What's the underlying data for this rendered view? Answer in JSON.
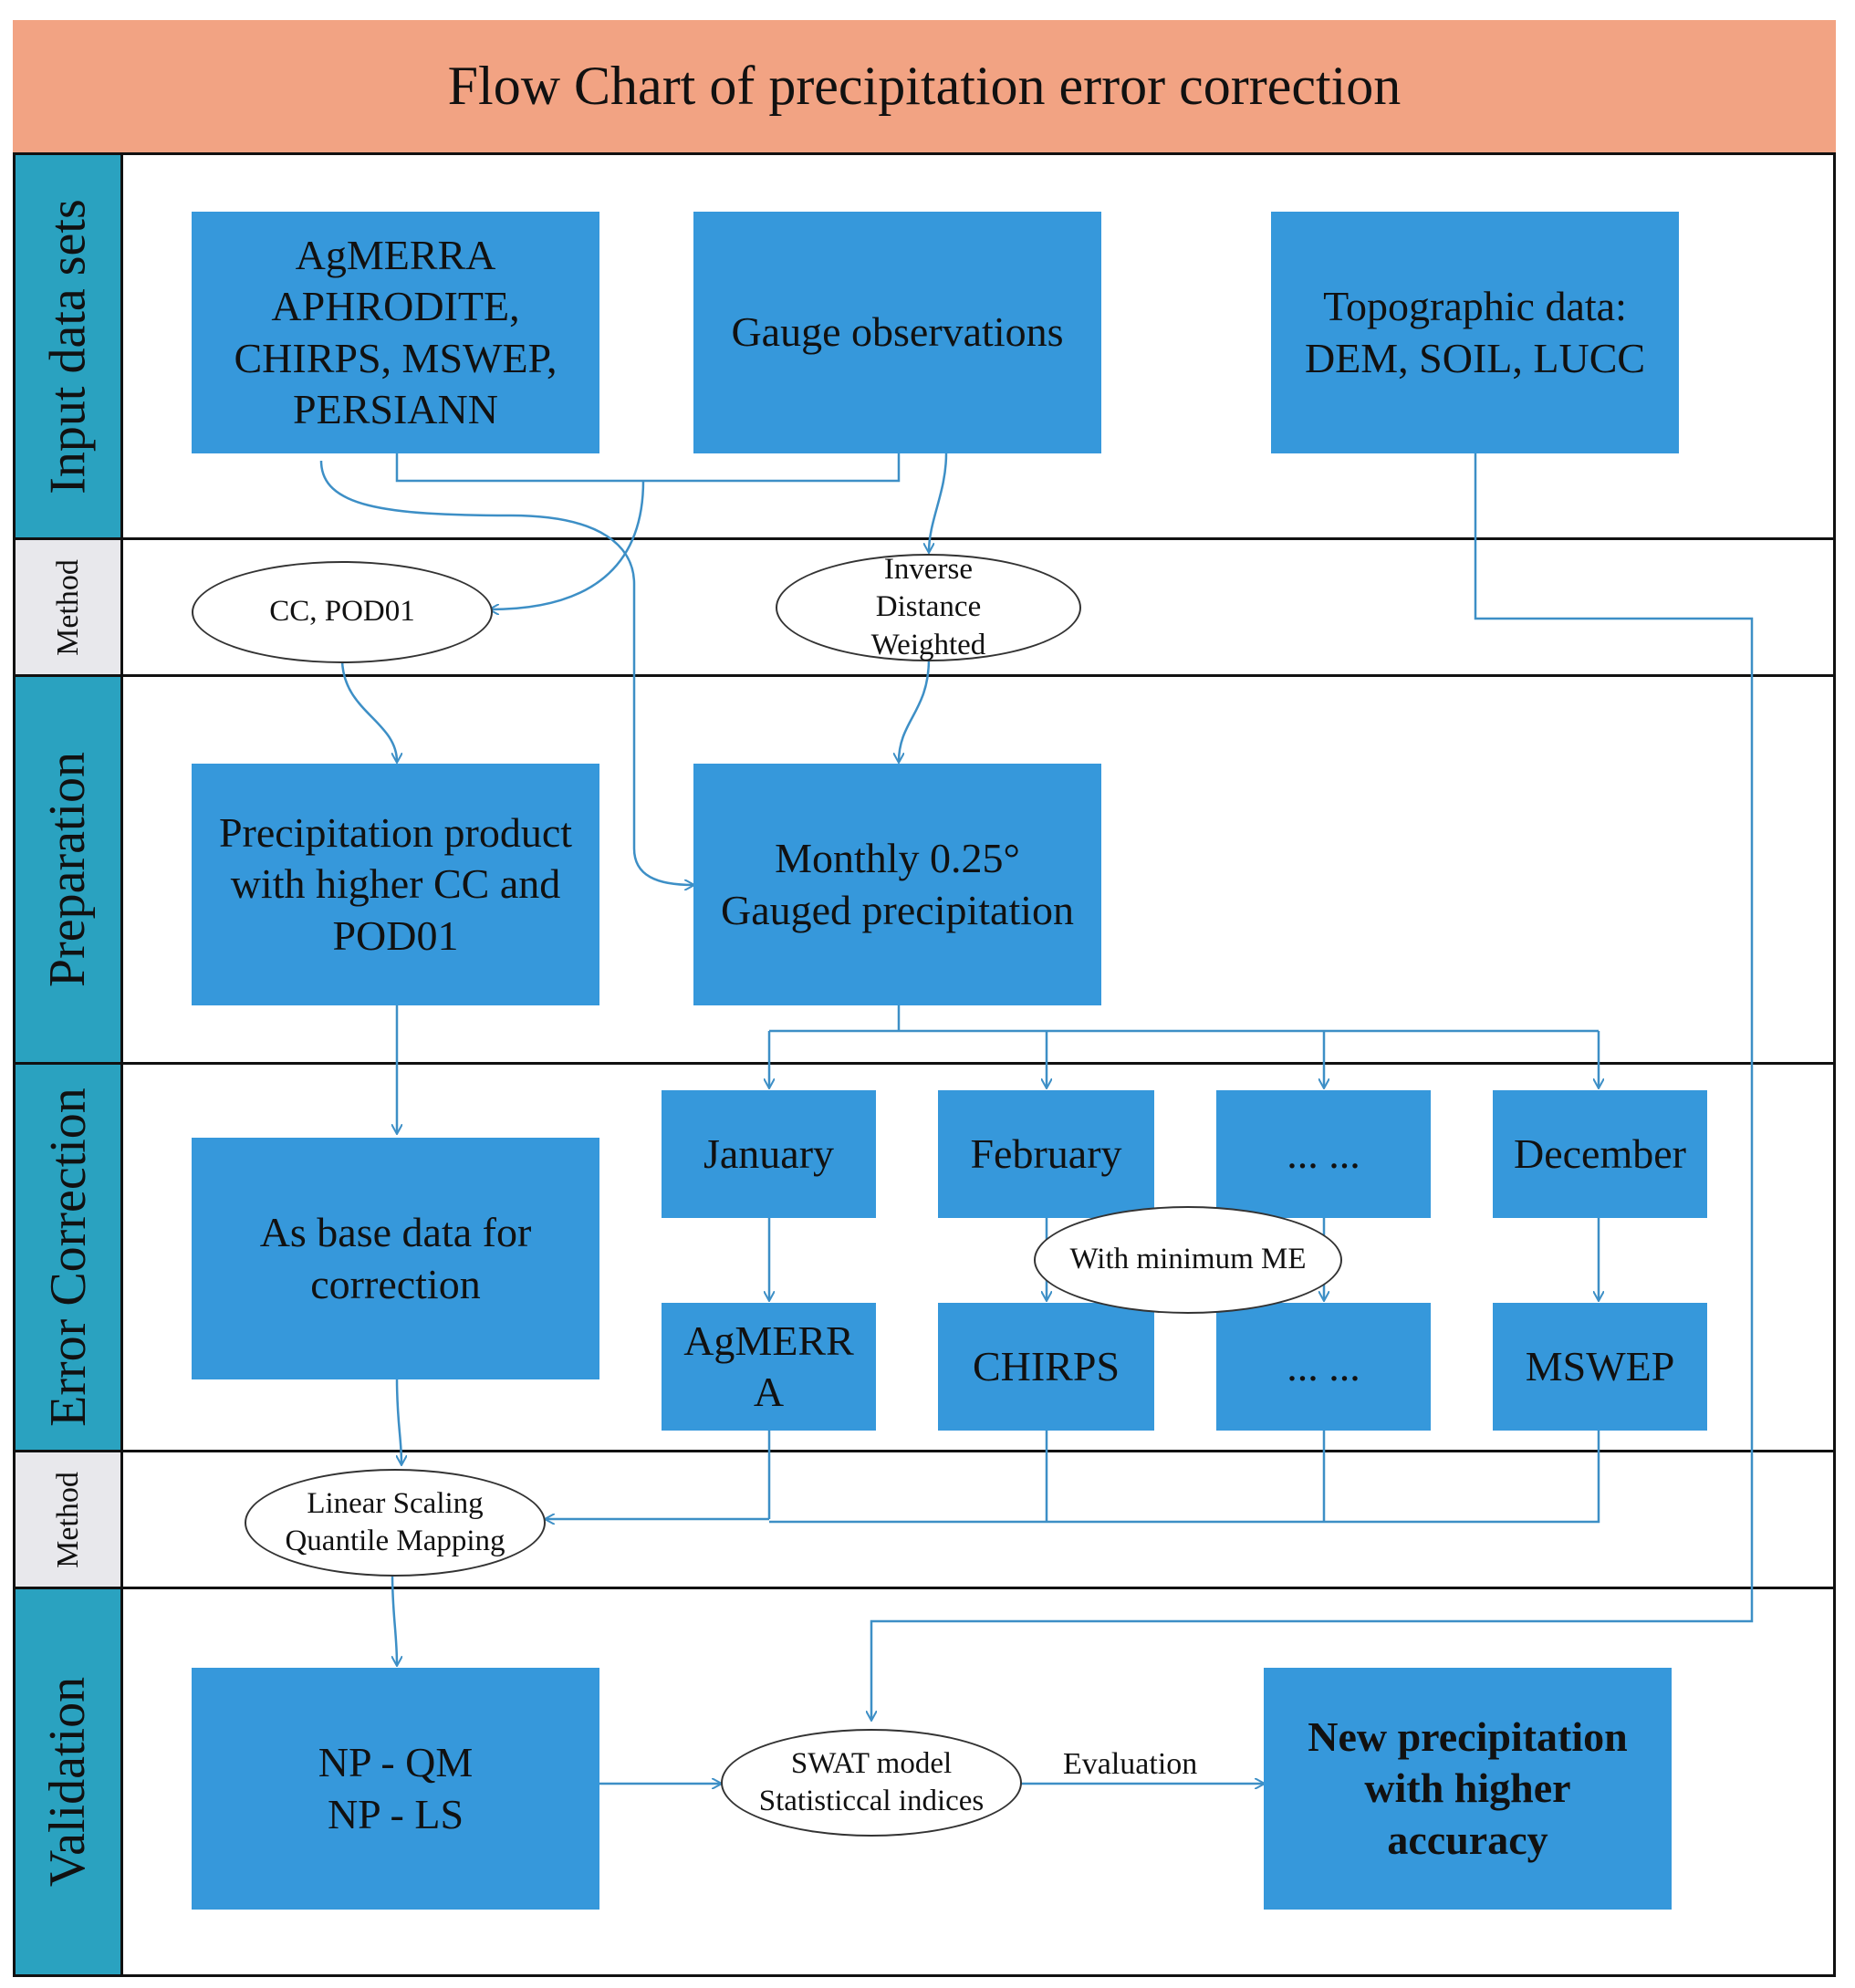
{
  "title": "Flow Chart of precipitation error correction",
  "lanes": {
    "input": "Input data sets",
    "method1": "Method",
    "preparation": "Preparation",
    "error_correction": "Error Correction",
    "method2": "Method",
    "validation": "Validation"
  },
  "boxes": {
    "products": "AgMERRA\nAPHRODITE,\nCHIRPS, MSWEP,\nPERSIANN",
    "gauge": "Gauge observations",
    "topo": "Topographic data:\nDEM, SOIL, LUCC",
    "prep_product": "Precipitation product\nwith higher CC and\nPOD01",
    "monthly": "Monthly 0.25°\nGauged precipitation",
    "base": "As base data for\ncorrection",
    "january": "January",
    "february": "February",
    "ellipsis_month": "... ...",
    "december": "December",
    "agmerra": "AgMERR\nA",
    "chirps": "CHIRPS",
    "ellipsis_product": "... ...",
    "mswep": "MSWEP",
    "np": "NP - QM\nNP - LS",
    "new_precip": "New precipitation\nwith higher\naccuracy"
  },
  "ovals": {
    "cc_pod": "CC, POD01",
    "idw": "Inverse\nDistance\nWeighted",
    "min_me": "With minimum ME",
    "scaling": "Linear Scaling\nQuantile Mapping",
    "swat": "SWAT model\nStatisticcal indices"
  },
  "edge_labels": {
    "evaluation": "Evaluation"
  },
  "colors": {
    "title_bg": "#f2a383",
    "lane_label_bg": "#2aa2c0",
    "method_label_bg": "#e8e8ec",
    "box_fill": "#3698db",
    "connector": "#3d8fc6"
  }
}
